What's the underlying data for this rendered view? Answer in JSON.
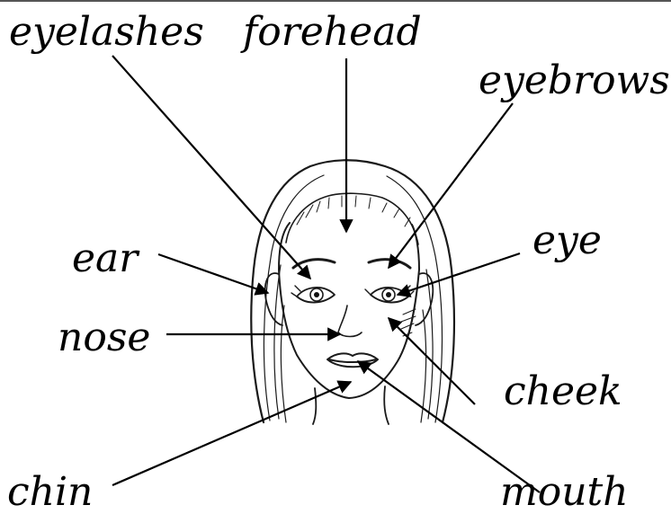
{
  "title": "",
  "labels": {
    "eyelashes": "eyelashes",
    "forehead": "forehead",
    "eyebrows": "eyebrows",
    "eye": "eye",
    "ear": "ear",
    "nose": "nose",
    "cheek": "cheek",
    "chin": "chin",
    "mouth": "mouth"
  },
  "colors": {
    "ink": "#000000",
    "background": "#ffffff"
  }
}
